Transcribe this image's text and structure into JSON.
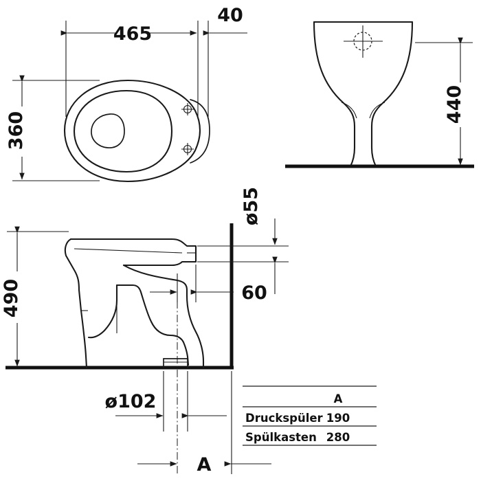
{
  "drawing": {
    "title": "WC dimensional drawing",
    "units": "mm",
    "line_color": "#1a1a1a",
    "background": "#ffffff"
  },
  "views": {
    "top": {
      "name": "top-view",
      "dimensions": {
        "length_label": "465",
        "seat_offset_label": "40",
        "width_label": "360"
      }
    },
    "front": {
      "name": "front-view",
      "dimensions": {
        "height_label": "440"
      }
    },
    "side": {
      "name": "side-section-view",
      "dimensions": {
        "height_label": "490",
        "outlet_height_label": "60",
        "outlet_diameter_label": "ø55",
        "floor_outlet_diameter_label": "ø102",
        "variable_label": "A"
      }
    }
  },
  "table": {
    "name": "variant-table",
    "columns": [
      "",
      "A"
    ],
    "header_a": "A",
    "rows": [
      {
        "label": "Druckspüler",
        "a": "190"
      },
      {
        "label": "Spülkasten",
        "a": "280"
      }
    ]
  },
  "chart_data": {
    "type": "table",
    "title": "WC dimensional drawing",
    "categories": [
      "Druckspüler",
      "Spülkasten"
    ],
    "series": [
      {
        "name": "A",
        "values": [
          190,
          280
        ]
      }
    ],
    "annotations": [
      {
        "label": "465",
        "view": "top",
        "axis": "x",
        "value": 465
      },
      {
        "label": "40",
        "view": "top",
        "axis": "x",
        "value": 40
      },
      {
        "label": "360",
        "view": "top",
        "axis": "y",
        "value": 360
      },
      {
        "label": "440",
        "view": "front",
        "axis": "y",
        "value": 440
      },
      {
        "label": "490",
        "view": "side",
        "axis": "y",
        "value": 490
      },
      {
        "label": "60",
        "view": "side",
        "axis": "y",
        "value": 60
      },
      {
        "label": "ø55",
        "view": "side",
        "axis": "d",
        "value": 55
      },
      {
        "label": "ø102",
        "view": "side",
        "axis": "d",
        "value": 102
      },
      {
        "label": "A",
        "view": "side",
        "axis": "x",
        "value": null
      }
    ],
    "xlabel": "",
    "ylabel": "",
    "grid": false,
    "legend": "none"
  }
}
